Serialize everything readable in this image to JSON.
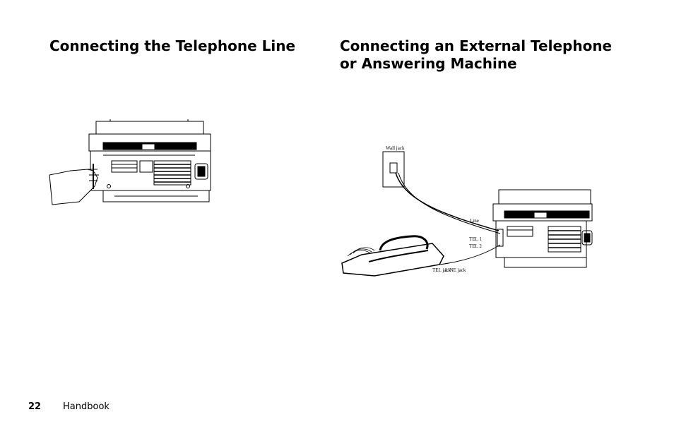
{
  "left_section": {
    "heading": "Connecting the Telephone Line"
  },
  "right_section": {
    "heading": "Connecting an External Telephone or Answering Machine",
    "figure_labels": {
      "wall_jack": "Wall jack",
      "line": "Line",
      "tel1": "TEL 1",
      "tel2": "TEL 2",
      "tel_jack": "TEL jack",
      "line_jack": "LINE jack"
    }
  },
  "footer": {
    "page_number": "22",
    "title": "Handbook"
  }
}
